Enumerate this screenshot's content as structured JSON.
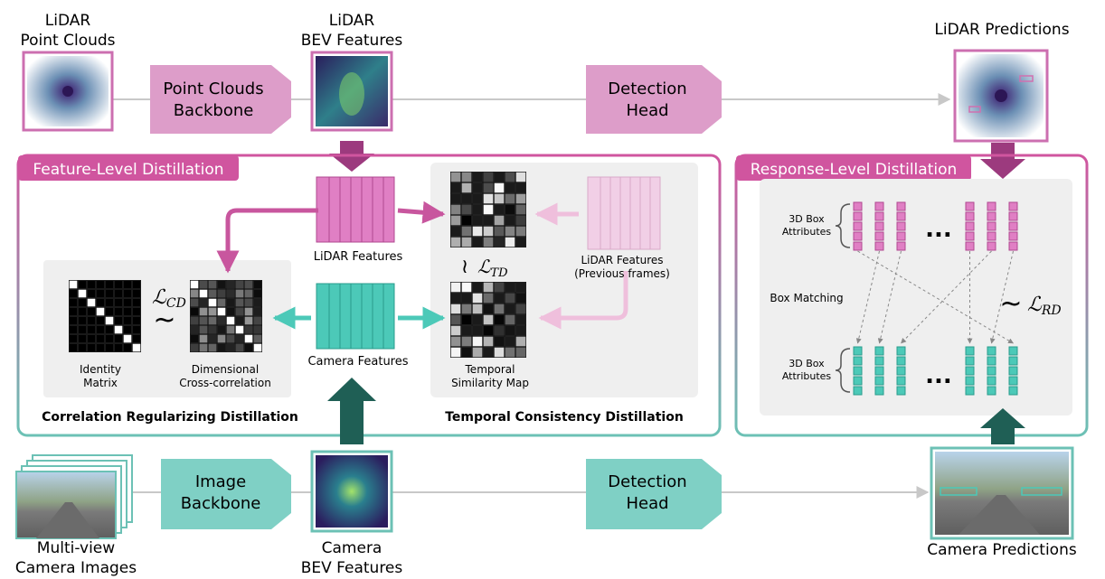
{
  "colors": {
    "lidar": "#d9a0c8",
    "lidar_dark": "#9c3a7e",
    "lidar_light": "#f1cfe6",
    "lidar_feature": "#e07fc4",
    "camera": "#7fd0c5",
    "camera_dark": "#1f5f55",
    "camera_feature": "#4cc9b8",
    "top_frame": "#cc6fb0",
    "bottom_frame": "#6cc1b5",
    "panel_bg": "#efefef",
    "arrow_gray": "#c8c8c8"
  },
  "lidar_branch": {
    "input_label_line1": "LiDAR",
    "input_label_line2": "Point Clouds",
    "backbone_line1": "Point Clouds",
    "backbone_line2": "Backbone",
    "bev_label_line1": "LiDAR",
    "bev_label_line2": "BEV Features",
    "head_line1": "Detection",
    "head_line2": "Head",
    "predictions_label": "LiDAR Predictions"
  },
  "camera_branch": {
    "input_label_line1": "Multi-view",
    "input_label_line2": "Camera Images",
    "backbone_line1": "Image",
    "backbone_line2": "Backbone",
    "bev_label_line1": "Camera",
    "bev_label_line2": "BEV Features",
    "head_line1": "Detection",
    "head_line2": "Head",
    "predictions_label": "Camera Predictions"
  },
  "feature_level": {
    "title": "Feature-Level Distillation",
    "lidar_features_label": "LiDAR Features",
    "camera_features_label": "Camera Features",
    "crd": {
      "title": "Correlation Regularizing Distillation",
      "identity_line1": "Identity",
      "identity_line2": "Matrix",
      "crosscorr_line1": "Dimensional",
      "crosscorr_line2": "Cross-correlation",
      "loss_symbol": "ℒ",
      "loss_sub": "CD",
      "similar_symbol": "~"
    },
    "tcd": {
      "title": "Temporal Consistency Distillation",
      "prev_line1": "LiDAR Features",
      "prev_line2": "(Previous frames)",
      "sim_line1": "Temporal",
      "sim_line2": "Similarity Map",
      "loss_symbol": "ℒ",
      "loss_sub": "TD",
      "similar_symbol": "≀"
    }
  },
  "response_level": {
    "title": "Response-Level Distillation",
    "attr_top_line1": "3D Box",
    "attr_top_line2": "Attributes",
    "attr_bottom_line1": "3D Box",
    "attr_bottom_line2": "Attributes",
    "matching_label": "Box Matching",
    "ellipsis": "...",
    "loss_symbol": "ℒ",
    "loss_sub": "RD",
    "similar_symbol": "~"
  }
}
